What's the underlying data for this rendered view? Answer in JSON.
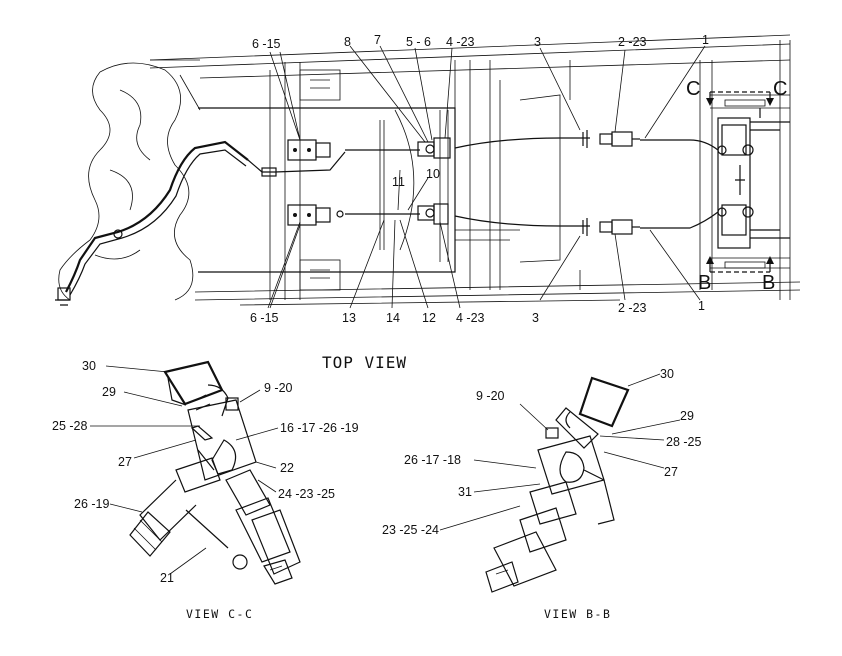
{
  "views": {
    "top": {
      "title": "TOP VIEW"
    },
    "c": {
      "caption": "VIEW C-C"
    },
    "b": {
      "caption": "VIEW B-B"
    }
  },
  "section_marks": {
    "c": "C",
    "b": "B"
  },
  "callouts": {
    "top": {
      "c1": "1",
      "c1b": "1",
      "c2_23a": "2 -23",
      "c2_23b": "2 -23",
      "c3a": "3",
      "c3b": "3",
      "c4_23a": "4 -23",
      "c4_23b": "4 -23",
      "c5_6": "5 - 6",
      "c7": "7",
      "c8": "8",
      "c6_15a": "6 -15",
      "c6_15b": "6 -15",
      "c10": "10",
      "c11": "11",
      "c12": "12",
      "c13": "13",
      "c14": "14"
    },
    "c": {
      "c30": "30",
      "c29": "29",
      "c9_20": "9 -20",
      "c25_28": "25 -28",
      "c16": "16 -17 -26 -19",
      "c27": "27",
      "c22": "22",
      "c24": "24 -23 -25",
      "c26_19": "26 -19",
      "c21": "21"
    },
    "b": {
      "c9_20": "9 -20",
      "c30": "30",
      "c29": "29",
      "c28_25": "28 -25",
      "c26_17_18": "26 -17 -18",
      "c27": "27",
      "c31": "31",
      "c23_25_24": "23 -25 -24"
    }
  }
}
